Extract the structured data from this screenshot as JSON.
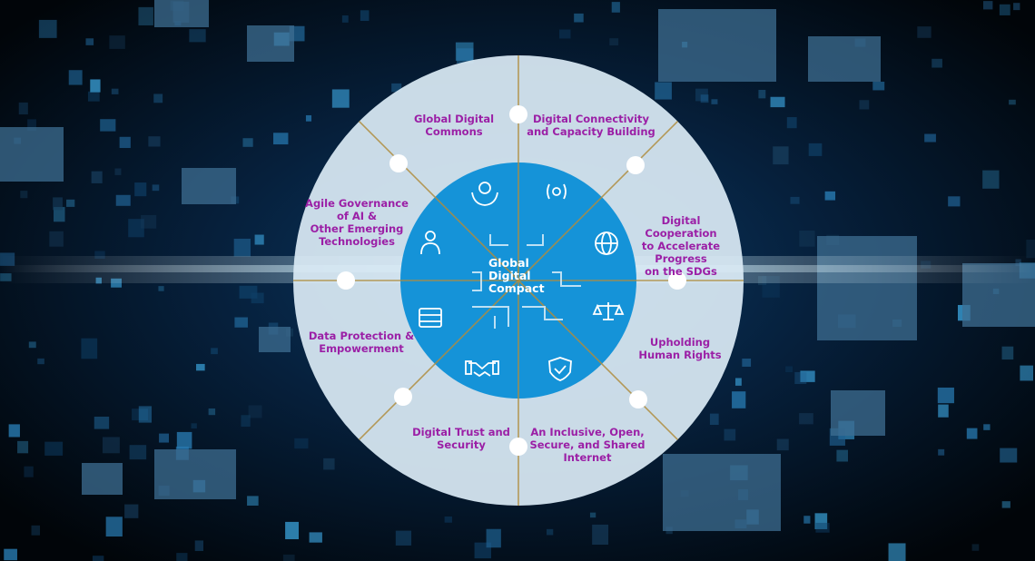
{
  "diagram": {
    "center_title": "Global\nDigital\nCompact",
    "segments": [
      {
        "label": "Global Digital\nCommons",
        "icon": "helping-hands-globe-icon"
      },
      {
        "label": "Digital Connectivity\nand Capacity Building",
        "icon": "network-signal-icon"
      },
      {
        "label": "Digital Cooperation\nto Accelerate\nProgress\non the SDGs",
        "icon": "globe-icon"
      },
      {
        "label": "Upholding\nHuman Rights",
        "icon": "scales-of-justice-icon"
      },
      {
        "label": "An Inclusive, Open,\nSecure, and Shared\nInternet",
        "icon": "shield-check-icon"
      },
      {
        "label": "Digital Trust and\nSecurity",
        "icon": "handshake-icon"
      },
      {
        "label": "Data Protection &\nEmpowerment",
        "icon": "database-icon"
      },
      {
        "label": "Agile Governance\nof AI &\nOther Emerging\nTechnologies",
        "icon": "person-ai-icon"
      }
    ]
  },
  "colors": {
    "outer_ring": "#d7e9f3",
    "inner_circle": "#1593d8",
    "divider_lines": "#b08d3f",
    "label_text": "#9b1fa6",
    "background": "#02070f"
  }
}
